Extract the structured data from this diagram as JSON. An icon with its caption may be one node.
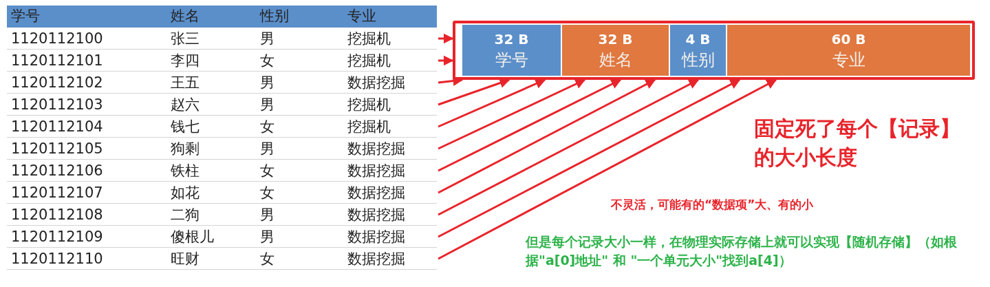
{
  "diagram": {
    "nodes": [
      {
        "text": [
          "1120112100",
          "张三",
          "男",
          "挖掘机"
        ]
      },
      {
        "text": [
          "1120112101",
          "李四",
          "女",
          "挖掘机"
        ]
      },
      {
        "text": [
          "1120112102",
          "王五",
          "男",
          "数据挖掘"
        ]
      },
      {
        "text": [
          "1120112103",
          "赵六",
          "男",
          "挖掘机"
        ]
      },
      {
        "text": [
          "1120112104",
          "钱七",
          "女",
          "挖掘机"
        ]
      },
      {
        "text": [
          "1120112105",
          "狗剩",
          "男",
          "数据挖掘"
        ]
      },
      {
        "text": [
          "1120112106",
          "铁柱",
          "女",
          "数据挖掘"
        ]
      },
      {
        "text": [
          "1120112107",
          "如花",
          "女",
          "数据挖掘"
        ]
      },
      {
        "text": [
          "1120112108",
          "二狗",
          "男",
          "数据挖掘"
        ]
      },
      {
        "text": [
          "1120112109",
          "傻根儿",
          "男",
          "数据挖掘"
        ]
      },
      {
        "text": [
          "1120112110",
          "旺财",
          "女",
          "数据挖掘"
        ]
      },
      {
        "text": [],
        "shape": "box"
      },
      {
        "text": [
          "32 B",
          "学号"
        ],
        "in": 11
      },
      {
        "text": [
          "32 B",
          "姓名"
        ],
        "in": 11
      },
      {
        "text": [
          "4 B",
          "性别"
        ],
        "in": 11
      },
      {
        "text": [
          "60 B",
          "专业"
        ],
        "in": 11
      }
    ],
    "edges": [
      {
        "from": 0,
        "to": 11,
        "arrow": "to"
      },
      {
        "from": 1,
        "to": 11,
        "arrow": "to"
      },
      {
        "from": 2,
        "to": 11,
        "arrow": "to"
      },
      {
        "from": 3,
        "to": 11,
        "arrow": "to"
      },
      {
        "from": 4,
        "to": 11,
        "arrow": "to"
      },
      {
        "from": 5,
        "to": 11,
        "arrow": "to"
      },
      {
        "from": 6,
        "to": 11,
        "arrow": "to"
      },
      {
        "from": 7,
        "to": 11,
        "arrow": "to"
      },
      {
        "from": 8,
        "to": 11,
        "arrow": "to"
      },
      {
        "from": 9,
        "to": 11,
        "arrow": "to"
      },
      {
        "from": 10,
        "to": 11,
        "arrow": "to"
      }
    ],
    "labels": [
      "学号",
      "姓名",
      "性别",
      "专业",
      "固定死了每个【记录】的大小长度",
      "不灵活，可能有的“数据项”大、有的小",
      "但是每个记录大小一样，在物理实际存储上就可以实现【随机存储】（如根据\"a[0]地址\" 和 \"一个单元大小\"找到a[4]）"
    ]
  }
}
